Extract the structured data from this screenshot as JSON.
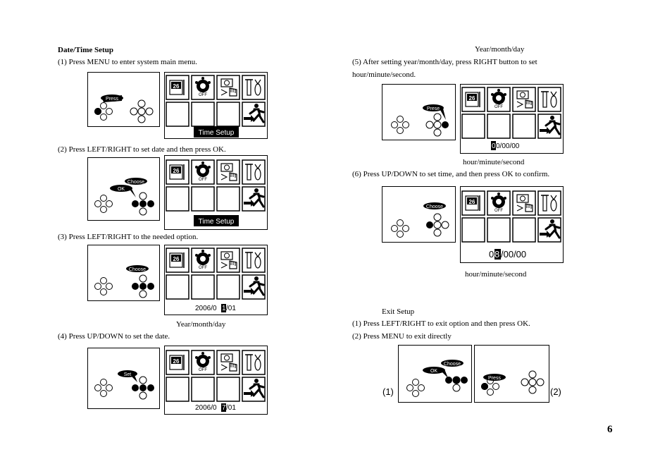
{
  "page_number": "6",
  "left": {
    "heading": "Date/Time Setup",
    "step1": "(1)   Press MENU to enter system main menu.",
    "step2": "(2)     Press LEFT/RIGHT to set date and then press OK.",
    "step3": "(3)     Press LEFT/RIGHT to the needed option.",
    "caption3": "Year/month/day",
    "step4": "(4)     Press UP/DOWN to set the date."
  },
  "right": {
    "caption_top": "Year/month/day",
    "step5a": "(5)     After setting year/month/day, press RIGHT button to set",
    "step5b": "hour/minute/second.",
    "caption5": "hour/minute/second",
    "step6": "(6)     Press UP/DOWN to set time, and then press OK to confirm.",
    "caption6": "hour/minute/second",
    "exit_heading": "Exit Setup",
    "exit1": "(1)     Press LEFT/RIGHT to exit option and then press OK.",
    "exit2": "(2)     Press MENU to exit directly"
  },
  "ui": {
    "press": "Press",
    "prese": "Prese",
    "choose": "Choose",
    "ok": "OK",
    "set": "Set",
    "off": "OFF",
    "calendar_day": "26",
    "time_setup": "Time Setup",
    "date_prefix": "2006/0",
    "date_cursor3": "1",
    "date_cursor4": "7",
    "date_suffix": "/01",
    "time5_cursor": "0",
    "time5_rest": "0/00/00",
    "time6_first": "0",
    "time6_cursor": "8",
    "time6_rest": "/00/00",
    "label1": "(1)",
    "label2": "(2)"
  }
}
